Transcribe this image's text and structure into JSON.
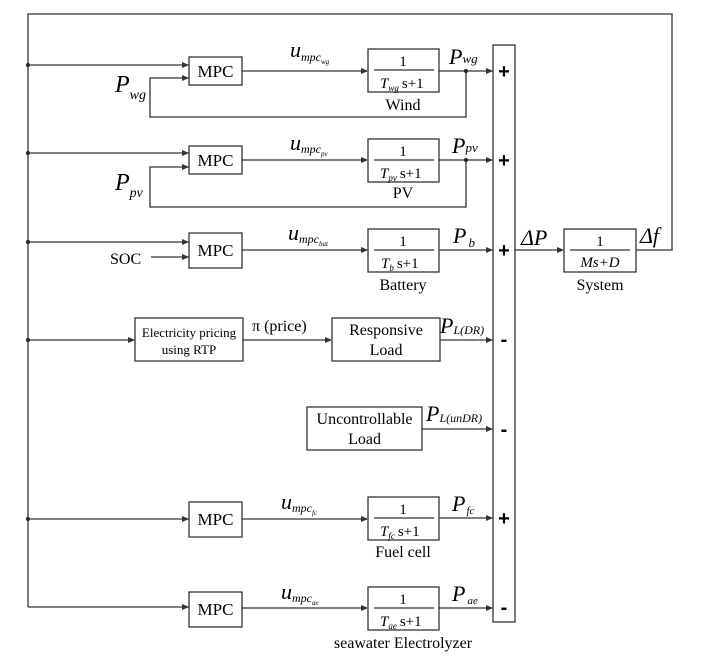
{
  "diagram": {
    "mpc_label": "MPC",
    "frac_numerator": "1",
    "s_plus_1": "s+1",
    "rows": {
      "wind": {
        "control_signal": "u",
        "control_sub": "mpc",
        "control_subsub": "wg",
        "feedback_symbol": "P",
        "feedback_sub": "wg",
        "tf_T_sub": "wg",
        "output_symbol": "P",
        "output_sub": "wg",
        "caption": "Wind",
        "sign": "+"
      },
      "pv": {
        "control_signal": "u",
        "control_sub": "mpc",
        "control_subsub": "pv",
        "feedback_symbol": "P",
        "feedback_sub": "pv",
        "tf_T_sub": "pv",
        "output_symbol": "P",
        "output_sub": "pv",
        "caption": "PV",
        "sign": "+"
      },
      "battery": {
        "control_signal": "u",
        "control_sub": "mpc",
        "control_subsub": "bat",
        "extra_input": "SOC",
        "tf_T_sub": "b",
        "output_symbol": "P",
        "output_sub": "b",
        "caption": "Battery",
        "sign": "+"
      },
      "responsive": {
        "pricing_line1": "Electricity pricing",
        "pricing_line2": "using RTP",
        "price_signal": "π (price)",
        "load_line1": "Responsive",
        "load_line2": "Load",
        "output_symbol": "P",
        "output_sub": "L(DR)",
        "sign": "-"
      },
      "uncontrollable": {
        "load_line1": "Uncontrollable",
        "load_line2": "Load",
        "output_symbol": "P",
        "output_sub": "L(unDR)",
        "sign": "-"
      },
      "fuelcell": {
        "control_signal": "u",
        "control_sub": "mpc",
        "control_subsub": "fc",
        "tf_T_sub": "fc",
        "output_symbol": "P",
        "output_sub": "fc",
        "caption": "Fuel cell",
        "sign": "+"
      },
      "electrolyzer": {
        "control_signal": "u",
        "control_sub": "mpc",
        "control_subsub": "ae",
        "tf_T_sub": "ae",
        "output_symbol": "P",
        "output_sub": "ae",
        "caption": "seawater Electrolyzer",
        "sign": "-"
      }
    },
    "system": {
      "input_label": "ΔP",
      "tf_denominator": "Ms+D",
      "caption": "System",
      "output_label": "Δf"
    }
  }
}
